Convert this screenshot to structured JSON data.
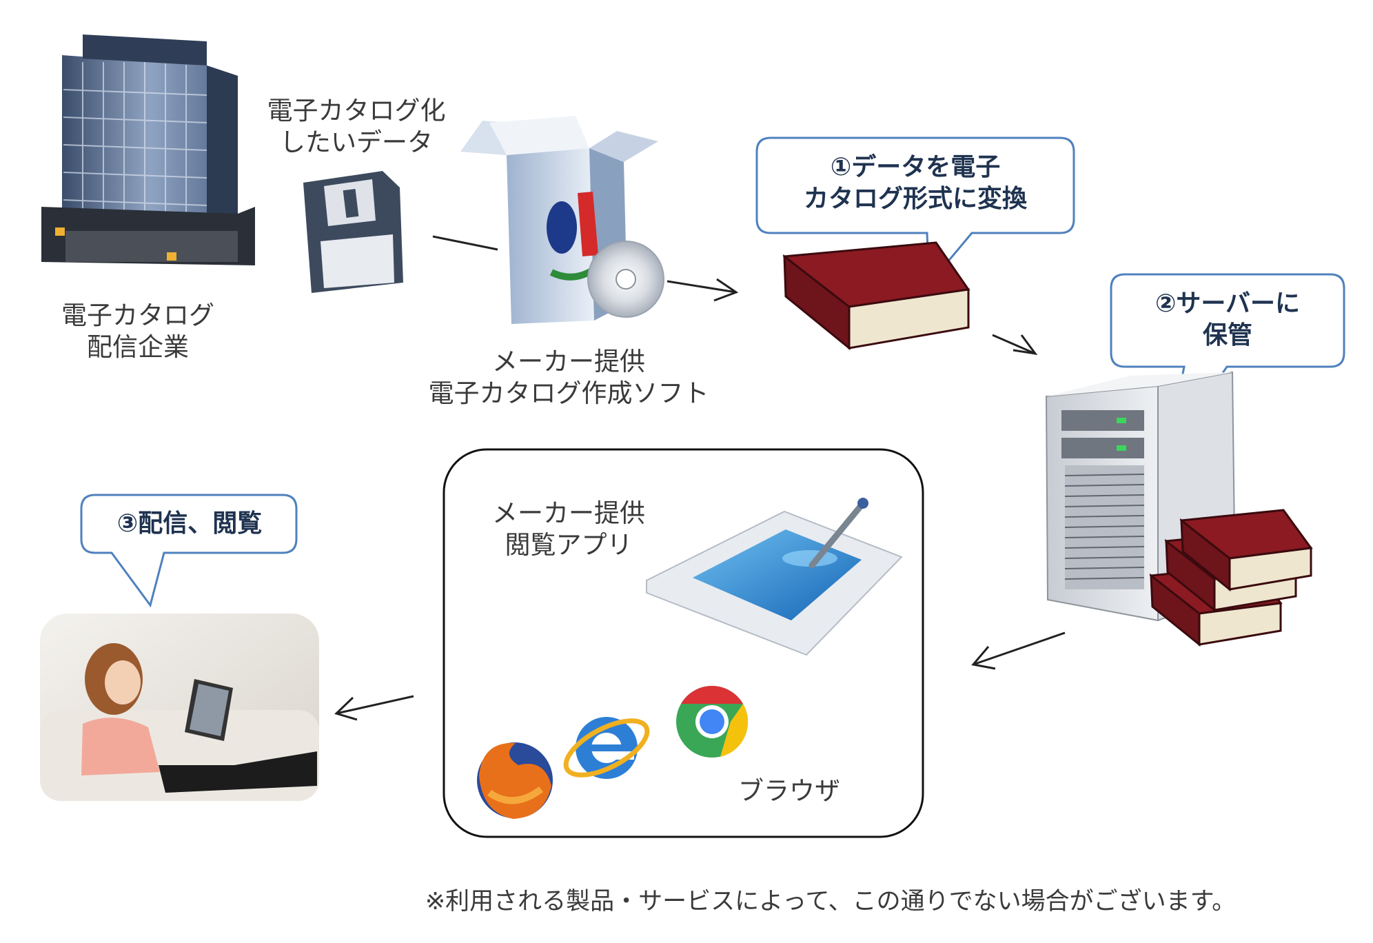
{
  "labels": {
    "company": [
      "電子カタログ",
      "配信企業"
    ],
    "data_to_convert": [
      "電子カタログ化",
      "したいデータ"
    ],
    "software": [
      "メーカー提供",
      "電子カタログ作成ソフト"
    ],
    "viewer_app": [
      "メーカー提供",
      "閲覧アプリ"
    ],
    "browser": "ブラウザ"
  },
  "callouts": {
    "step1": [
      "①データを電子",
      "カタログ形式に変換"
    ],
    "step2": [
      "②サーバーに",
      "保管"
    ],
    "step3": "③配信、閲覧"
  },
  "footnote": "※利用される製品・サービスによって、この通りでない場合がございます。",
  "colors": {
    "callout_border": "#4f81bd",
    "book_red": "#8b1a22",
    "arrow": "#222222"
  },
  "icons": [
    "office-building-icon",
    "floppy-disk-icon",
    "software-box-icon",
    "cd-disc-icon",
    "red-book-icon",
    "server-tower-icon",
    "book-stack-icon",
    "tablet-pen-icon",
    "firefox-icon",
    "internet-explorer-icon",
    "chrome-icon",
    "woman-with-tablet-photo"
  ]
}
